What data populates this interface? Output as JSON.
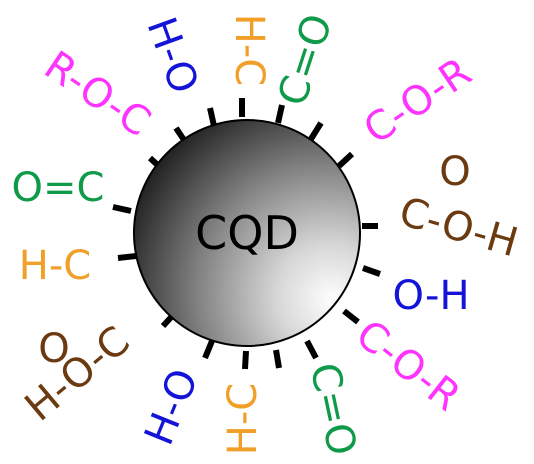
{
  "core": {
    "label": "CQD"
  },
  "colors": {
    "magenta": "#ff33ff",
    "green": "#0f9a4a",
    "blue": "#1414d8",
    "orange": "#f0a028",
    "brown": "#6b3a10",
    "sphere_light": "#ffffff",
    "sphere_dark": "#1a1a1a"
  },
  "groups": [
    {
      "id": "roc-top-left",
      "text": "R-O-C",
      "color": "magenta"
    },
    {
      "id": "ho-top",
      "text": "H-O",
      "color": "blue"
    },
    {
      "id": "hc-top",
      "text": "H-C",
      "color": "orange"
    },
    {
      "id": "co-top",
      "text": "C=O",
      "color": "green"
    },
    {
      "id": "cor-top-right",
      "text": "C-O-R",
      "color": "magenta"
    },
    {
      "id": "cooh-right",
      "text": "C-O-H",
      "color": "brown"
    },
    {
      "id": "co-in-cooh-right",
      "text": "O",
      "color": "brown"
    },
    {
      "id": "oh-right",
      "text": "O-H",
      "color": "blue"
    },
    {
      "id": "cor-bottom-right",
      "text": "C-O-R",
      "color": "magenta"
    },
    {
      "id": "co-bottom",
      "text": "C=O",
      "color": "green"
    },
    {
      "id": "hc-bottom",
      "text": "H-C",
      "color": "orange"
    },
    {
      "id": "ho-bottom",
      "text": "H-O",
      "color": "blue"
    },
    {
      "id": "hoc-bottom-left",
      "text": "H-O-C",
      "color": "brown"
    },
    {
      "id": "co-in-cooh-left",
      "text": "O",
      "color": "brown"
    },
    {
      "id": "hc-left",
      "text": "H-C",
      "color": "orange"
    },
    {
      "id": "oc-left",
      "text": "O=C",
      "color": "green"
    }
  ]
}
